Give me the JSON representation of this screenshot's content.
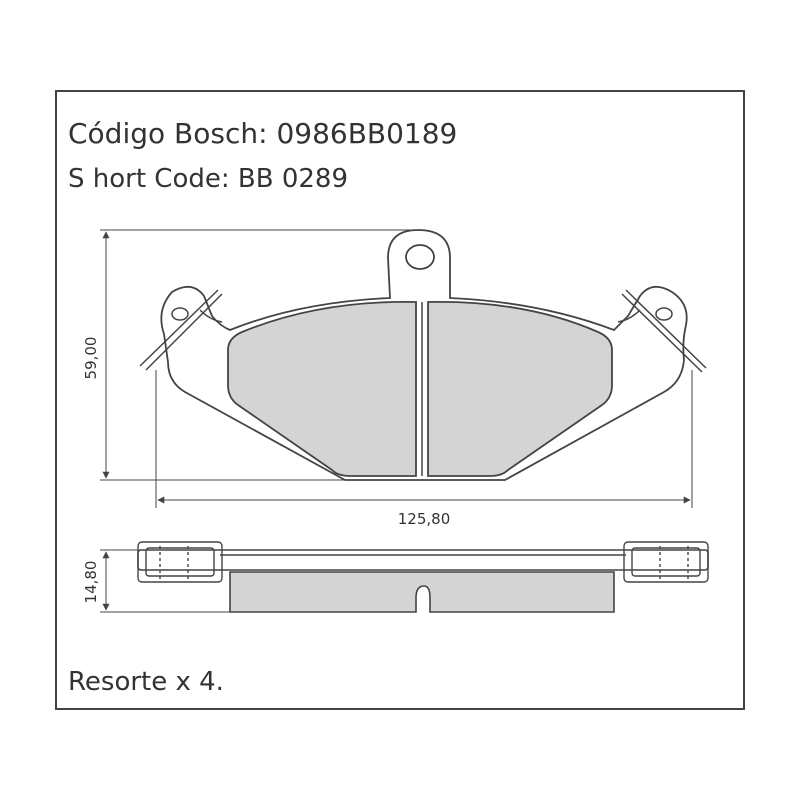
{
  "header": {
    "code_line": "Código Bosch: 0986BB0189",
    "short_code_line": "S hort Code: BB 0289"
  },
  "dimensions": {
    "height": "59,00",
    "width": "125,80",
    "thickness": "14,80"
  },
  "footer": {
    "note": "Resorte x 4."
  },
  "colors": {
    "pad_fill": "#d4d4d4",
    "line": "#444444",
    "frame": "#444444"
  }
}
